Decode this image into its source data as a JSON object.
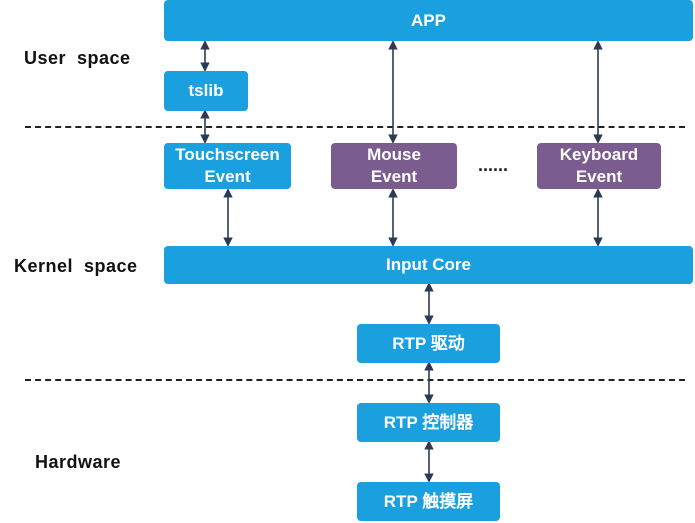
{
  "labels": {
    "user_space": "User  space",
    "kernel_space": "Kernel  space",
    "hardware": "Hardware"
  },
  "boxes": {
    "app": "APP",
    "tslib": "tslib",
    "touchscreen_event": "Touchscreen\nEvent",
    "mouse_event": "Mouse\nEvent",
    "ellipsis": "......",
    "keyboard_event": "Keyboard\nEvent",
    "input_core": "Input Core",
    "rtp_driver": "RTP 驱动",
    "rtp_controller": "RTP 控制器",
    "rtp_touchscreen": "RTP 触摸屏"
  },
  "colors": {
    "box_blue": "#1a9fdf",
    "box_purple": "#7a5c8e",
    "arrow": "#2b3a55"
  }
}
